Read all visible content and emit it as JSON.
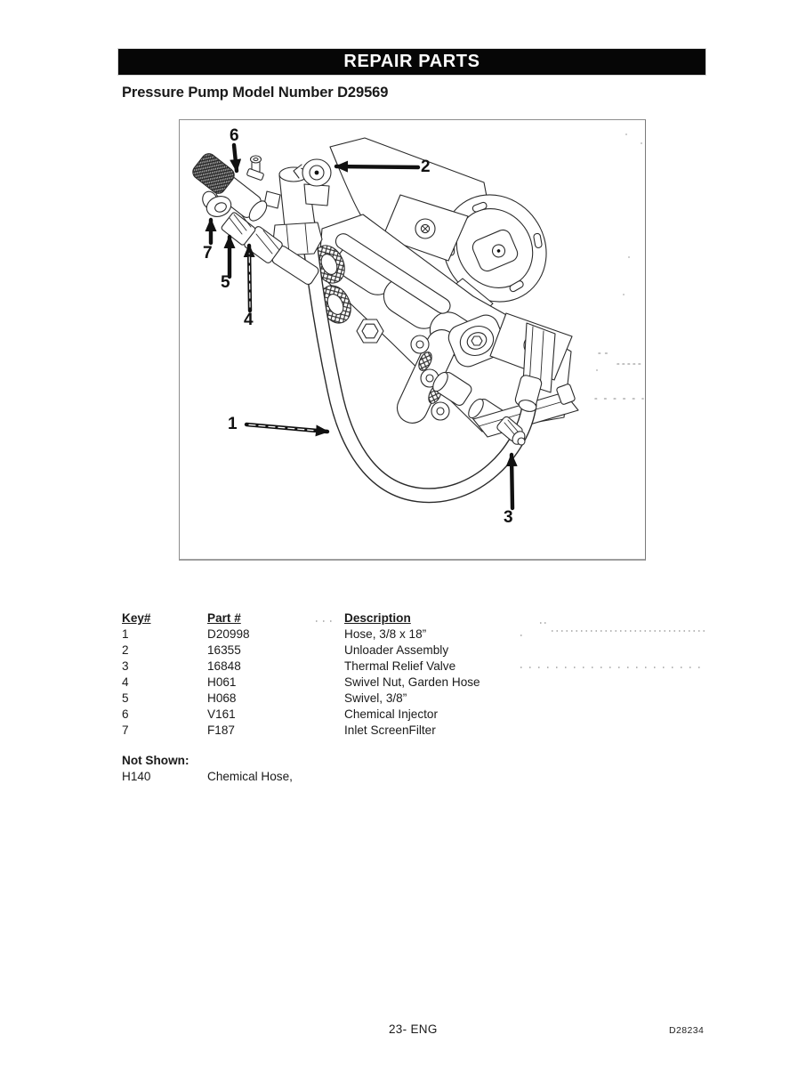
{
  "page": {
    "header": "REPAIR PARTS",
    "subtitle": "Pressure Pump Model Number D29569",
    "footer_left": "23- ENG",
    "footer_right": "D28234"
  },
  "colors": {
    "header_bg": "#060606",
    "header_text": "#ffffff",
    "ink": "#1a1a1a"
  },
  "figure": {
    "description": "Exploded line drawing of pressure pump with numbered callouts",
    "callouts": [
      "1",
      "2",
      "3",
      "4",
      "5",
      "6",
      "7"
    ]
  },
  "parts_table": {
    "headers": {
      "key": "Key#",
      "part": "Part #",
      "desc": "Description"
    },
    "rows": [
      {
        "key": "1",
        "part": "D20998",
        "desc": "Hose, 3/8 x 18”"
      },
      {
        "key": "2",
        "part": "16355",
        "desc": "Unloader Assembly"
      },
      {
        "key": "3",
        "part": "16848",
        "desc": "Thermal Relief Valve"
      },
      {
        "key": "4",
        "part": "H061",
        "desc": "Swivel Nut, Garden Hose"
      },
      {
        "key": "5",
        "part": "H068",
        "desc": "Swivel, 3/8”"
      },
      {
        "key": "6",
        "part": "V161",
        "desc": "Chemical Injector"
      },
      {
        "key": "7",
        "part": "F187",
        "desc": "Inlet ScreenFilter"
      }
    ]
  },
  "not_shown": {
    "title": "Not Shown:",
    "part": "H140",
    "desc": "Chemical Hose,"
  }
}
